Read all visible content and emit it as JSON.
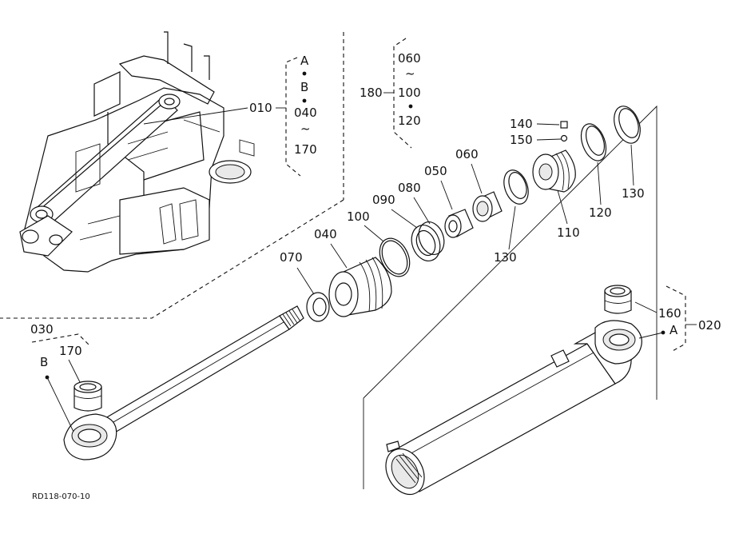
{
  "labels": {
    "p010": "010",
    "p020": "020",
    "p030": "030",
    "p040": "040",
    "p050": "050",
    "p060": "060",
    "p070": "070",
    "p080": "080",
    "p090": "090",
    "p100": "100",
    "p110": "110",
    "p120": "120",
    "p130a": "130",
    "p130b": "130",
    "p140": "140",
    "p150": "150",
    "p160": "160",
    "p170": "170",
    "p180": "180"
  },
  "group_010": {
    "line1": "A",
    "line2": "B",
    "line3": "040",
    "tilde": "~",
    "line4": "170"
  },
  "group_180": {
    "line1": "060",
    "tilde": "~",
    "line2": "100",
    "line3": "120"
  },
  "ref_a": "A",
  "ref_b": "B",
  "drawing_code": "RD118-070-10"
}
